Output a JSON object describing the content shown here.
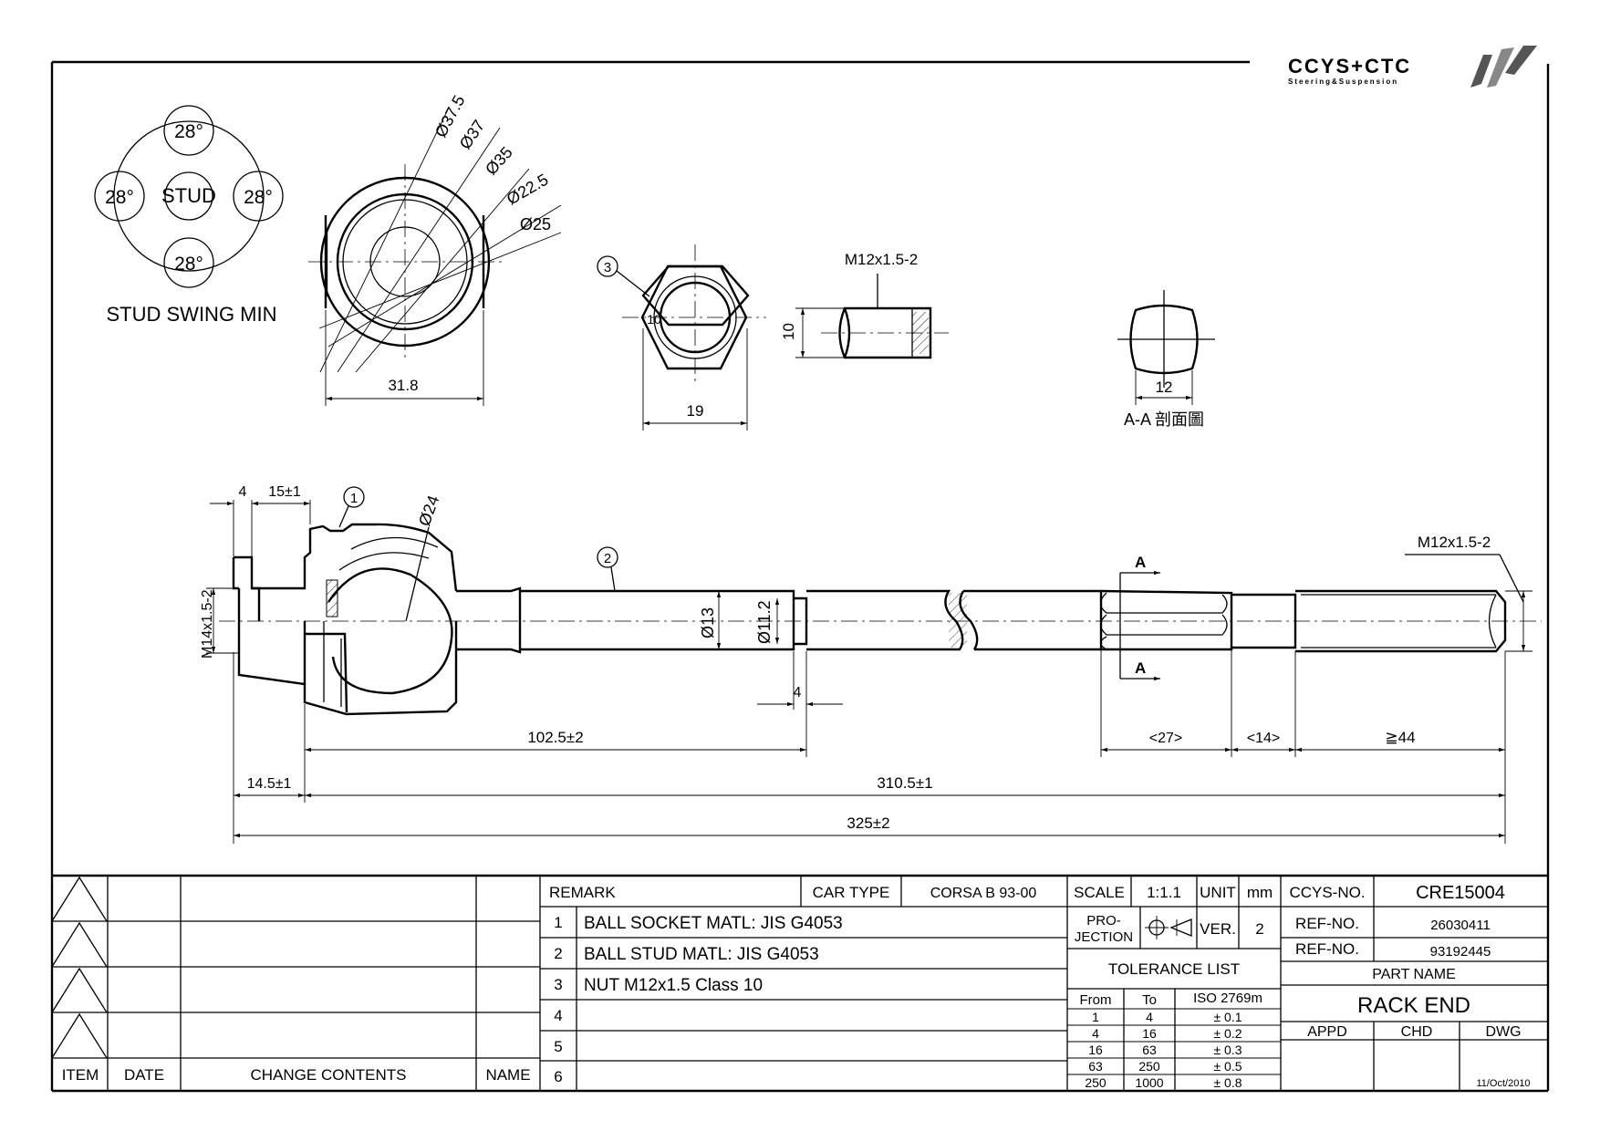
{
  "logo": {
    "brand": "CCYS+CTC",
    "tagline": "Steering&Suspension"
  },
  "stud_swing": {
    "center": "STUD",
    "angles": [
      "28°",
      "28°",
      "28°",
      "28°"
    ],
    "caption": "STUD SWING MIN"
  },
  "socket_view": {
    "diameters": [
      "Ø37.5",
      "Ø37",
      "Ø35",
      "Ø22.5",
      "Ø25"
    ],
    "width": "31.8"
  },
  "nut_view": {
    "balloon": "3",
    "inner": "10",
    "width": "19"
  },
  "thread_view": {
    "thread": "M12x1.5-2",
    "height": "10"
  },
  "section_view": {
    "width": "12",
    "caption": "A-A 剖面圖"
  },
  "main_view": {
    "d_head_len": "4",
    "d_neck_len": "15±1",
    "balloon_1": "1",
    "balloon_2": "2",
    "d_ball": "Ø24",
    "d_thread_left": "M14x1.5-2",
    "d_shaft": "Ø13",
    "d_shaft_small": "Ø11.2",
    "d_step": "4",
    "d_thread_right": "M12x1.5-2",
    "section_mark": "A",
    "d_102": "102.5±2",
    "d_27": "<27>",
    "d_14": "<14>",
    "d_44": "≧44",
    "d_145": "14.5±1",
    "d_3105": "310.5±1",
    "d_325": "325±2"
  },
  "revision_table": {
    "headers": {
      "item": "ITEM",
      "date": "DATE",
      "change": "CHANGE CONTENTS",
      "name": "NAME"
    }
  },
  "remark": {
    "title": "REMARK",
    "car_type_label": "CAR TYPE",
    "car_type_value": "CORSA B 93-00",
    "rows": [
      {
        "no": "1",
        "text": "BALL SOCKET  MATL: JIS G4053"
      },
      {
        "no": "2",
        "text": "BALL STUD  MATL: JIS G4053"
      },
      {
        "no": "3",
        "text": "NUT M12x1.5 Class 10"
      },
      {
        "no": "4",
        "text": ""
      },
      {
        "no": "5",
        "text": ""
      },
      {
        "no": "6",
        "text": ""
      }
    ]
  },
  "spec": {
    "scale_label": "SCALE",
    "scale_value": "1:1.1",
    "unit_label": "UNIT",
    "unit_value": "mm",
    "projection_label_1": "PRO-",
    "projection_label_2": "JECTION",
    "ver_label": "VER.",
    "ver_value": "2",
    "tolerance_title": "TOLERANCE LIST",
    "tolerance_headers": [
      "From",
      "To",
      "ISO 2769m"
    ],
    "tolerance_rows": [
      [
        "1",
        "4",
        "± 0.1"
      ],
      [
        "4",
        "16",
        "± 0.2"
      ],
      [
        "16",
        "63",
        "± 0.3"
      ],
      [
        "63",
        "250",
        "± 0.5"
      ],
      [
        "250",
        "1000",
        "± 0.8"
      ]
    ]
  },
  "titleblock": {
    "ccys_label": "CCYS-NO.",
    "ccys_value": "CRE15004",
    "ref1_label": "REF-NO.",
    "ref1_value": "26030411",
    "ref2_label": "REF-NO.",
    "ref2_value": "93192445",
    "part_name_label": "PART NAME",
    "part_name": "RACK END",
    "appd": "APPD",
    "chd": "CHD",
    "dwg": "DWG",
    "date": "11/Oct/2010"
  }
}
